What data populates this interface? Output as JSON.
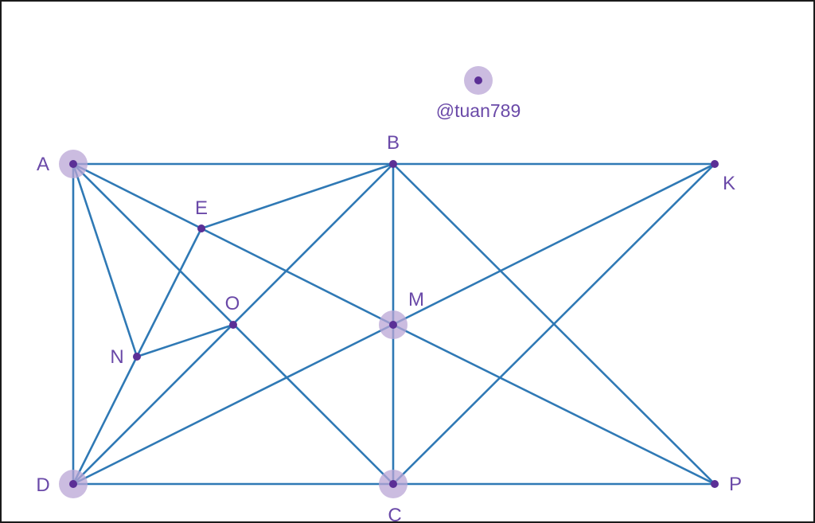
{
  "diagram": {
    "points": [
      {
        "id": "A",
        "label": "A",
        "highlighted": true
      },
      {
        "id": "B",
        "label": "B",
        "highlighted": false
      },
      {
        "id": "K",
        "label": "K",
        "highlighted": false
      },
      {
        "id": "E",
        "label": "E",
        "highlighted": false
      },
      {
        "id": "O",
        "label": "O",
        "highlighted": false
      },
      {
        "id": "M",
        "label": "M",
        "highlighted": true
      },
      {
        "id": "N",
        "label": "N",
        "highlighted": false
      },
      {
        "id": "D",
        "label": "D",
        "highlighted": true
      },
      {
        "id": "C",
        "label": "C",
        "highlighted": true
      },
      {
        "id": "P",
        "label": "P",
        "highlighted": false
      }
    ],
    "segments": [
      [
        "A",
        "B"
      ],
      [
        "B",
        "K"
      ],
      [
        "D",
        "C"
      ],
      [
        "C",
        "P"
      ],
      [
        "A",
        "D"
      ],
      [
        "B",
        "C"
      ],
      [
        "A",
        "C"
      ],
      [
        "B",
        "D"
      ],
      [
        "A",
        "N"
      ],
      [
        "N",
        "D"
      ],
      [
        "N",
        "E"
      ],
      [
        "N",
        "O"
      ],
      [
        "A",
        "M"
      ],
      [
        "M",
        "P"
      ],
      [
        "E",
        "B"
      ],
      [
        "B",
        "P"
      ],
      [
        "K",
        "C"
      ],
      [
        "K",
        "D"
      ]
    ],
    "colors": {
      "segment": "#2f79b5",
      "point": "#5b2f96",
      "highlight": "#b9a6d6",
      "label": "#6a49a8"
    }
  },
  "watermark": {
    "text": "@tuan789"
  }
}
